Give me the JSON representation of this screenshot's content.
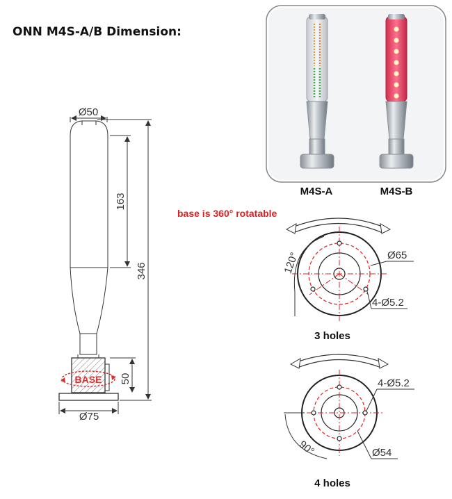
{
  "title": "ONN M4S-A/B Dimension:",
  "side_view": {
    "top_diameter": "Ø50",
    "body_height": "163",
    "total_height": "346",
    "base_height": "50",
    "base_label": "BASE",
    "base_diameter": "Ø75"
  },
  "products": {
    "a_label": "M4S-A",
    "b_label": "M4S-B"
  },
  "rotation_note": "base is 360° rotatable",
  "three_holes": {
    "angle": "120°",
    "outer_diameter": "Ø65",
    "holes": "4-Ø5.2",
    "caption": "3 holes"
  },
  "four_holes": {
    "holes": "4-Ø5.2",
    "pitch_diameter": "Ø54",
    "angle": "90°",
    "caption": "4 holes"
  },
  "colors": {
    "note_red": "#e02020",
    "base_red": "#d83030",
    "led_red": "#e8406a",
    "led_green": "#3cb050",
    "led_amber": "#e0a020"
  }
}
